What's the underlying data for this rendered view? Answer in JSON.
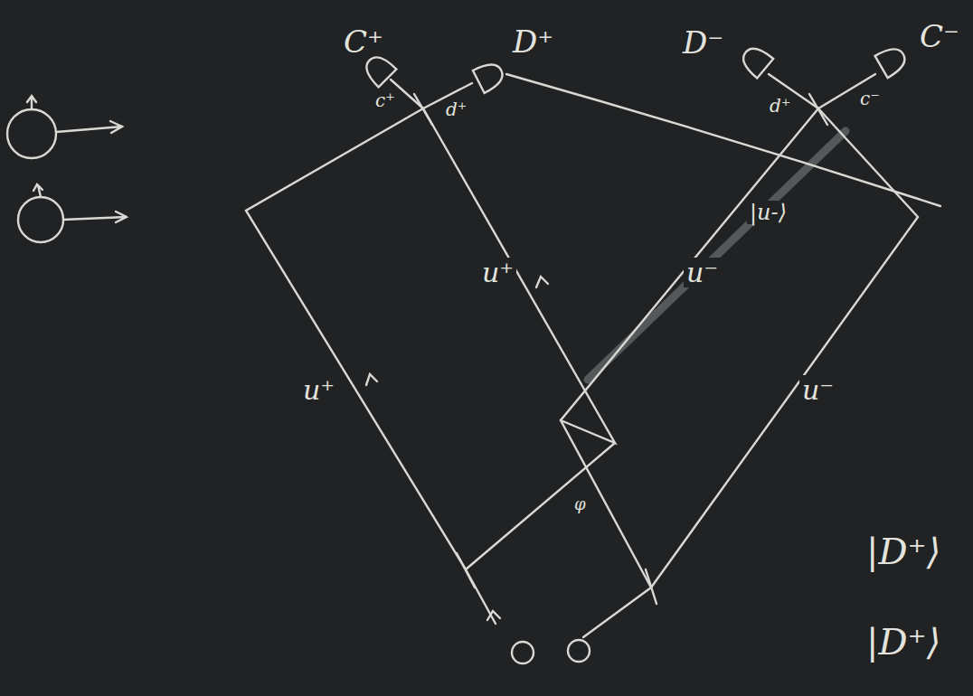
{
  "diagram": {
    "nodes": [
      {
        "text": [
          "C⁺"
        ]
      },
      {
        "text": [
          "D⁺"
        ]
      },
      {
        "text": [
          "D⁻"
        ]
      },
      {
        "text": [
          "C⁻"
        ]
      }
    ],
    "labels": [
      "c⁺",
      "d⁺",
      "d⁺",
      "c⁻",
      "u⁺",
      "u⁺",
      "|u-⟩",
      "u⁻",
      "u⁻",
      "φ",
      "|D⁺⟩",
      "|D⁺⟩"
    ]
  }
}
